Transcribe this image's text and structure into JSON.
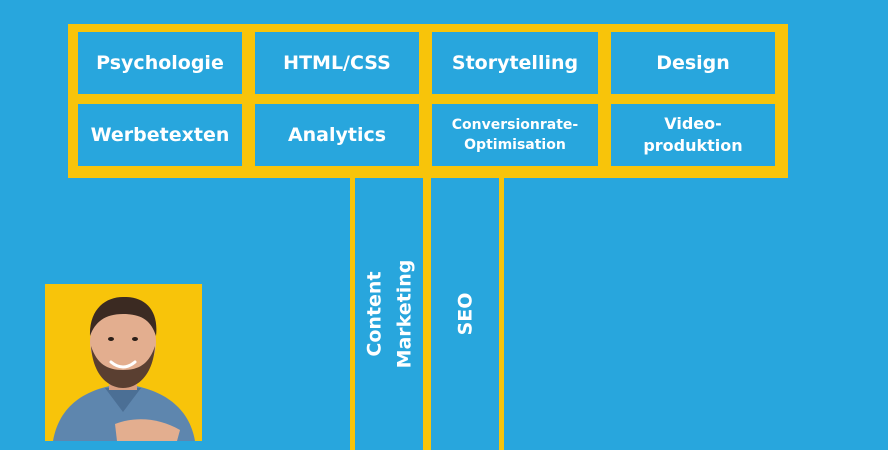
{
  "grid": {
    "row1": [
      "Psychologie",
      "HTML/CSS",
      "Storytelling",
      "Design"
    ],
    "row2": [
      "Werbetexten",
      "Analytics",
      "Conversionrate-\nOptimisation",
      "Video-\nproduktion"
    ]
  },
  "columns": {
    "content_marketing": "Content\nMarketing",
    "seo": "SEO"
  },
  "colors": {
    "background": "#28A6DD",
    "accent": "#F8C40A",
    "text": "#FFFFFF"
  }
}
